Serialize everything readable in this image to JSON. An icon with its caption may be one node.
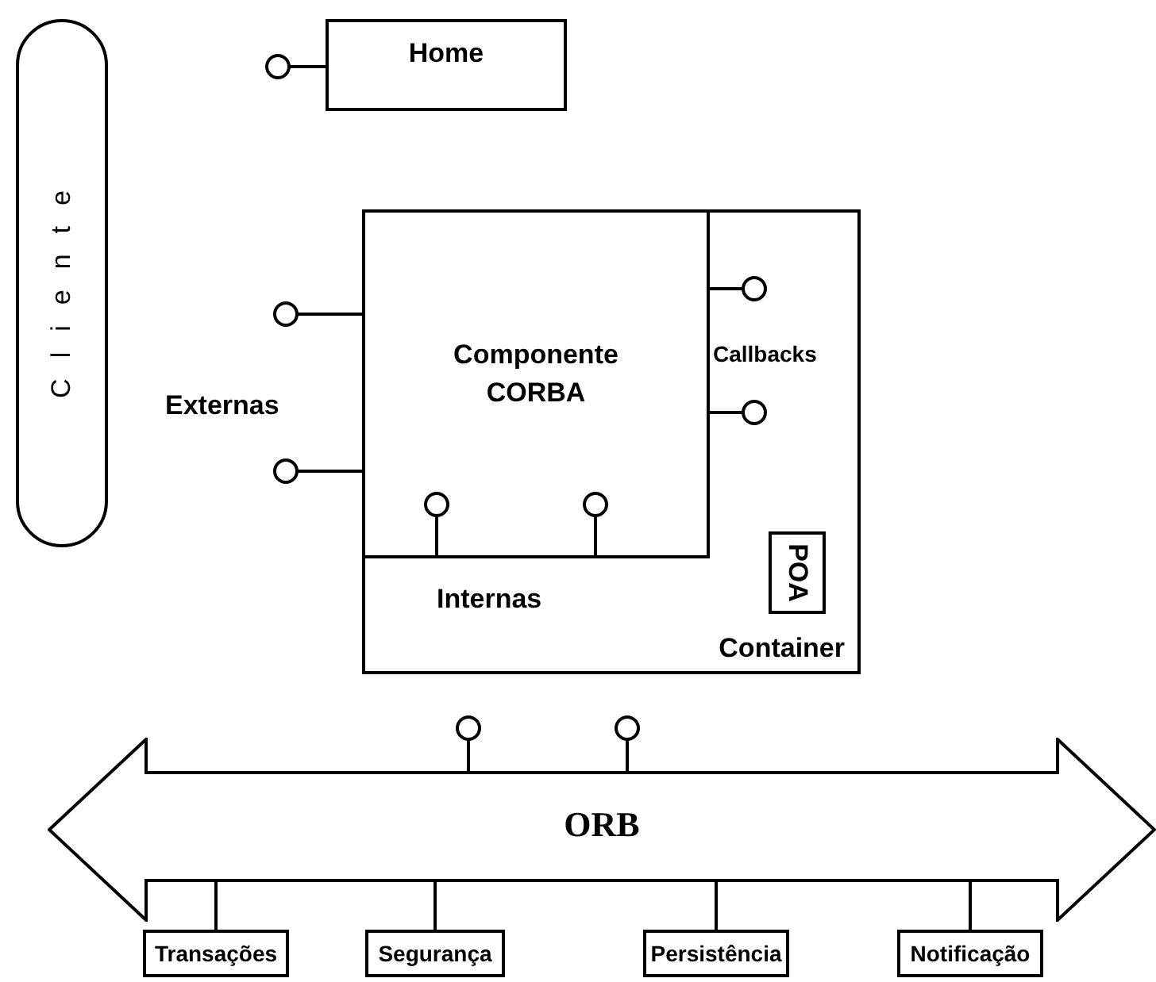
{
  "diagram": {
    "nodes": [
      {
        "text": [
          "Cliente"
        ]
      },
      {
        "text": [
          "Home"
        ]
      },
      {
        "text": [
          "Container"
        ]
      },
      {
        "text": [
          "Componente CORBA"
        ],
        "in": 2
      },
      {
        "text": [
          "POA"
        ],
        "in": 2
      },
      {
        "text": [
          "ORB"
        ]
      },
      {
        "text": [
          "Transações"
        ]
      },
      {
        "text": [
          "Segurança"
        ]
      },
      {
        "text": [
          "Persistência"
        ]
      },
      {
        "text": [
          "Notificação"
        ]
      }
    ],
    "edges": [
      {
        "from": 5,
        "to": 6,
        "arrow": "none"
      },
      {
        "from": 5,
        "to": 7,
        "arrow": "none"
      },
      {
        "from": 5,
        "to": 8,
        "arrow": "none"
      },
      {
        "from": 5,
        "to": 9,
        "arrow": "none"
      }
    ],
    "labels": [
      "Externas",
      "Callbacks",
      "Internas"
    ]
  }
}
